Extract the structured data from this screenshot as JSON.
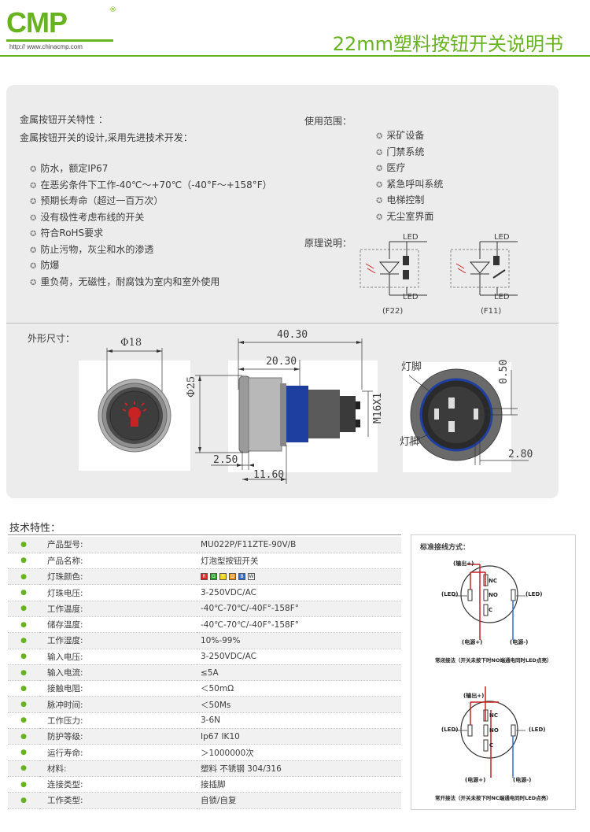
{
  "header": {
    "logo_text": "CMP",
    "logo_reg": "®",
    "logo_url": "http:// www.chinacmp.com",
    "title": "22mm塑料按钮开关说明书"
  },
  "features": {
    "title": "金属按钮开关特性 ：",
    "subtitle": "金属按钮开关的设计,采用先进技术开发：",
    "items": [
      "防水，额定IP67",
      "在恶劣条件下工作-40℃～+70℃（-40°F～+158°F）",
      "预期长寿命（超过一百万次）",
      "没有极性考虑布线的开关",
      "符合RoHS要求",
      "防止污物，灰尘和水的渗透",
      "防爆",
      "重负荷，无磁性，耐腐蚀为室内和室外使用"
    ]
  },
  "usage": {
    "title": "使用范围：",
    "items": [
      "采矿设备",
      "门禁系统",
      "医疗",
      "紧急呼叫系统",
      "电梯控制",
      "无尘室界面"
    ]
  },
  "principle": {
    "title": "原理说明：",
    "led_label": "LED",
    "left_caption": "(F22)",
    "right_caption": "(F11)"
  },
  "dimensions": {
    "title": "外形尺寸：",
    "phi18": "Φ18",
    "phi25": "Φ25",
    "d_40_30": "40.30",
    "d_20_30": "20.30",
    "d_2_50": "2.50",
    "d_11_60": "11.60",
    "m16": "M16X1",
    "lamp_foot": "灯脚",
    "d_0_50": "0.50",
    "d_2_80": "2.80"
  },
  "specs": {
    "title": "技术特性：",
    "rows": [
      {
        "label": "产品型号:",
        "value": "MU022P/F11ZTE-90V/B"
      },
      {
        "label": "产品名称:",
        "value": "灯泡型按钮开关"
      },
      {
        "label": "灯珠颜色:",
        "value": ""
      },
      {
        "label": "灯珠电压:",
        "value": "3-250VDC/AC"
      },
      {
        "label": "工作温度:",
        "value": "-40℃-70℃/-40F°-158F°"
      },
      {
        "label": "储存温度:",
        "value": "-40℃-70℃/-40F°-158F°"
      },
      {
        "label": "工作湿度:",
        "value": "10%-99%"
      },
      {
        "label": "输入电压:",
        "value": "3-250VDC/AC"
      },
      {
        "label": "输入电流:",
        "value": "≤5A"
      },
      {
        "label": "接触电阻:",
        "value": "＜50mΩ"
      },
      {
        "label": "脉冲时间:",
        "value": "＜50Ms"
      },
      {
        "label": "工作压力:",
        "value": "3-6N"
      },
      {
        "label": "防护等级:",
        "value": "Ip67 IK10"
      },
      {
        "label": "运行寿命:",
        "value": "＞1000000次"
      },
      {
        "label": "材料:",
        "value": "塑料   不锈钢 304/316"
      },
      {
        "label": "连接类型:",
        "value": "接插脚"
      },
      {
        "label": "工作类型:",
        "value": "自锁/自复"
      }
    ],
    "colors": [
      {
        "code": "R",
        "color": "#e02020"
      },
      {
        "code": "G",
        "color": "#2fa12f"
      },
      {
        "code": "Y",
        "color": "#f2d21b"
      },
      {
        "code": "O",
        "color": "#f39a1e"
      },
      {
        "code": "B",
        "color": "#2b6fd6"
      },
      {
        "code": "W",
        "color": "#ffffff"
      }
    ]
  },
  "wiring": {
    "title": "标准接线方式：",
    "output_plus": "(输出+)",
    "output_plus_b": "(输出+)",
    "led": "(LED)",
    "power_plus": "(电源+)",
    "power_minus": "(电源-)",
    "nc": "NC",
    "no": "NO",
    "c": "C",
    "caption_top": "常闭接法（开关未按下时NO端通电同时LED点亮）",
    "caption_bottom": "常开接法（开关未按下时NC端通电同时LED点亮）"
  }
}
